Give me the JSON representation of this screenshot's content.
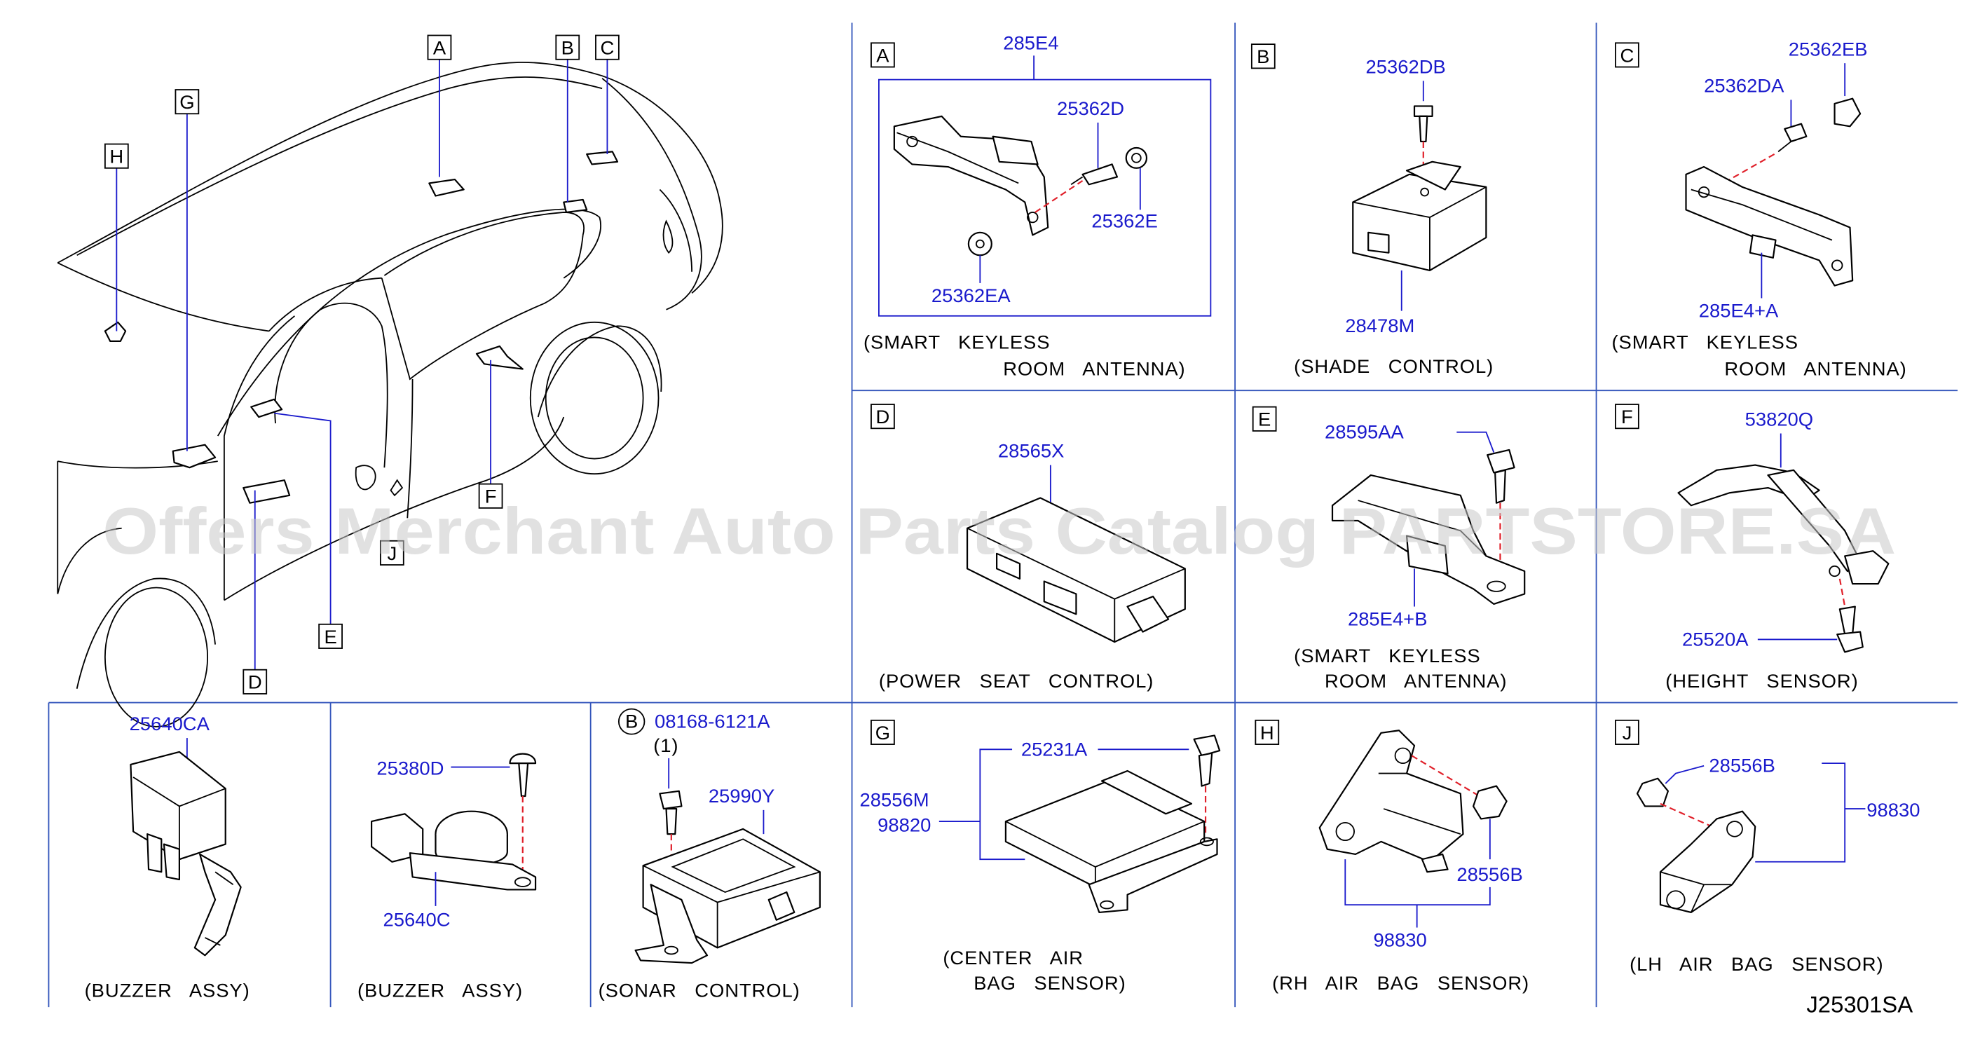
{
  "diagram_code": "J25301SA",
  "watermark": "Offers Merchant Auto Parts Catalog PARTSTORE.SA",
  "colors": {
    "part_number": "#1a1acc",
    "separator": "#3355bb",
    "dash": "#e0202a"
  },
  "car_view": {
    "letters": [
      "A",
      "B",
      "C",
      "G",
      "H",
      "D",
      "E",
      "F",
      "J"
    ]
  },
  "panels": {
    "A": {
      "letter": "A",
      "group": "285E4",
      "parts": [
        "25362D",
        "25362E",
        "25362EA"
      ],
      "caption": [
        "(SMART   KEYLESS",
        "ROOM   ANTENNA)"
      ]
    },
    "B": {
      "letter": "B",
      "parts": [
        "25362DB",
        "28478M"
      ],
      "caption": [
        "(SHADE   CONTROL)"
      ]
    },
    "C": {
      "letter": "C",
      "parts": [
        "25362EB",
        "25362DA",
        "285E4+A"
      ],
      "caption": [
        "(SMART   KEYLESS",
        "ROOM   ANTENNA)"
      ]
    },
    "D": {
      "letter": "D",
      "parts": [
        "28565X"
      ],
      "caption": [
        "(POWER   SEAT   CONTROL)"
      ]
    },
    "E": {
      "letter": "E",
      "parts": [
        "28595AA",
        "285E4+B"
      ],
      "caption": [
        "(SMART   KEYLESS",
        "ROOM   ANTENNA)"
      ]
    },
    "F": {
      "letter": "F",
      "parts": [
        "53820Q",
        "25520A"
      ],
      "caption": [
        "(HEIGHT   SENSOR)"
      ]
    },
    "buzzer1": {
      "parts": [
        "25640CA"
      ],
      "caption": [
        "(BUZZER   ASSY)"
      ]
    },
    "buzzer2": {
      "parts": [
        "25380D",
        "25640C"
      ],
      "caption": [
        "(BUZZER   ASSY)"
      ]
    },
    "sonar": {
      "ref_letter": "B",
      "parts": [
        "08168-6121A",
        "(1)",
        "25990Y"
      ],
      "caption": [
        "(SONAR   CONTROL)"
      ]
    },
    "G": {
      "letter": "G",
      "parts": [
        "25231A",
        "28556M",
        "98820"
      ],
      "caption": [
        "(CENTER   AIR",
        "BAG   SENSOR)"
      ]
    },
    "H": {
      "letter": "H",
      "parts": [
        "28556B",
        "98830"
      ],
      "caption": [
        "(RH   AIR   BAG   SENSOR)"
      ]
    },
    "J": {
      "letter": "J",
      "parts": [
        "28556B",
        "98830"
      ],
      "caption": [
        "(LH   AIR   BAG   SENSOR)"
      ]
    }
  }
}
